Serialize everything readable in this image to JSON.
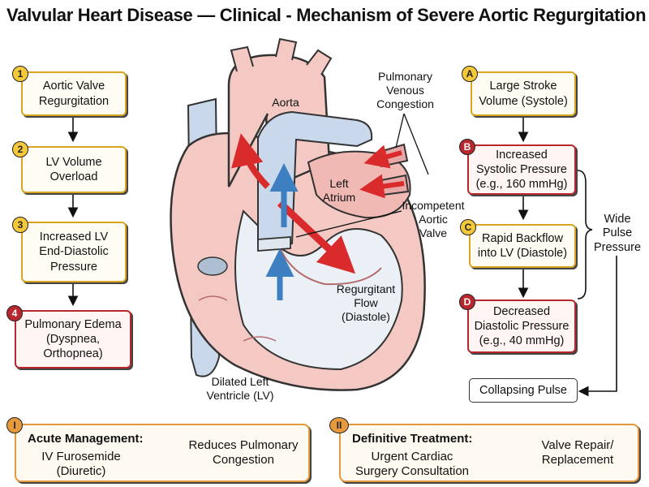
{
  "title": "Valvular Heart Disease — Clinical - Mechanism of Severe Aortic Regurgitation",
  "left_steps": [
    {
      "badge": "1",
      "text": "Aortic Valve\nRegurgitation"
    },
    {
      "badge": "2",
      "text": "LV Volume\nOverload"
    },
    {
      "badge": "3",
      "text": "Increased LV\nEnd-Diastolic\nPressure"
    },
    {
      "badge": "4",
      "text": "Pulmonary Edema\n(Dyspnea,\nOrthopnea)"
    }
  ],
  "right_steps": [
    {
      "badge": "A",
      "text": "Large Stroke\nVolume (Systole)"
    },
    {
      "badge": "B",
      "text": "Increased\nSystolic Pressure\n(e.g., 160 mmHg)"
    },
    {
      "badge": "C",
      "text": "Rapid Backflow\ninto LV (Diastole)"
    },
    {
      "badge": "D",
      "text": "Decreased\nDiastolic Pressure\n(e.g., 40 mmHg)"
    }
  ],
  "wide_pulse_label": "Wide\nPulse\nPressure",
  "collapsing_pulse": "Collapsing Pulse",
  "heart_labels": {
    "aorta": "Aorta",
    "pulmonary_venous": "Pulmonary\nVenous\nCongestion",
    "left_atrium": "Left\nAtrium",
    "incompetent_valve": "Incompetent\nAortic\nValve",
    "regurgitant_flow": "Regurgitant\nFlow\n(Diastole)",
    "dilated_lv": "Dilated Left\nVentricle (LV)"
  },
  "management": [
    {
      "badge": "I",
      "heading": "Acute Management:",
      "action": "IV Furosemide\n(Diuretic)",
      "result": "Reduces Pulmonary\nCongestion"
    },
    {
      "badge": "II",
      "heading": "Definitive Treatment:",
      "action": "Urgent Cardiac\nSurgery Consultation",
      "result": "Valve Repair/\nReplacement"
    }
  ],
  "colors": {
    "yellow_border": "#d8a520",
    "red_border": "#b8272e",
    "orange_border": "#e39a3e",
    "heart_pink": "#f4c9c4",
    "vessel_blue": "#c9d8ea"
  }
}
